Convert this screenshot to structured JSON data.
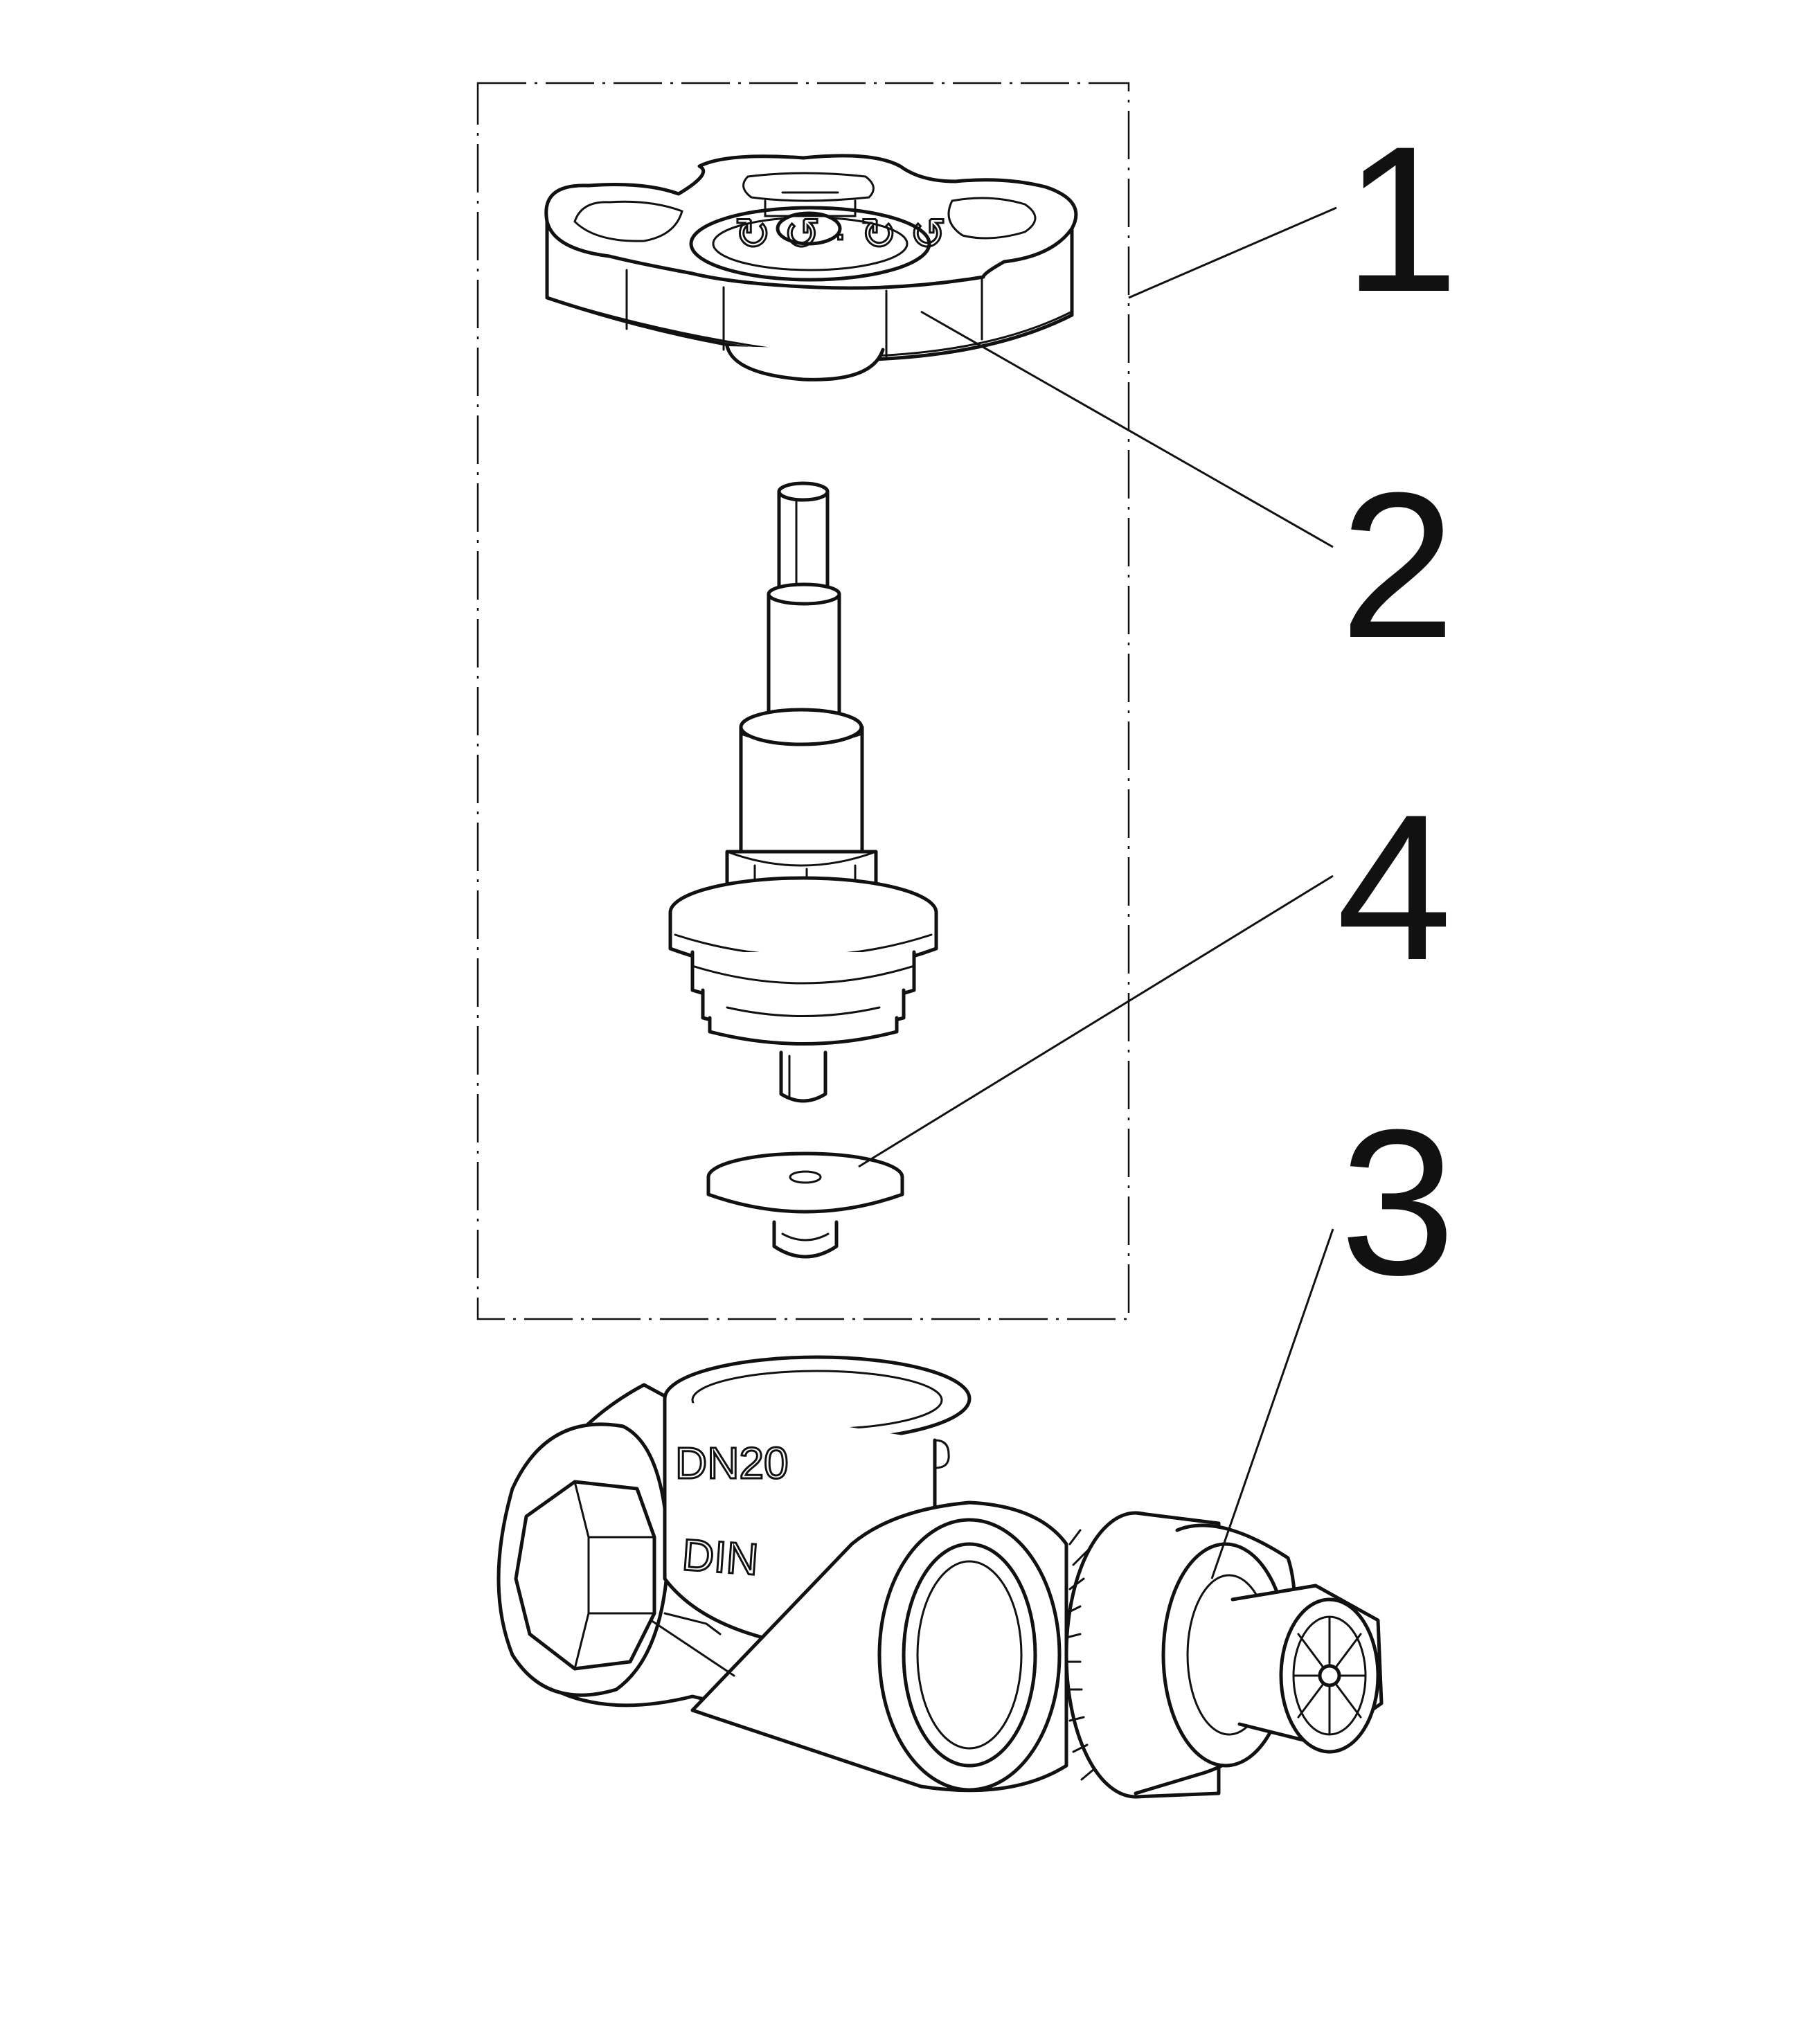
{
  "callouts": {
    "c1": "1",
    "c2": "2",
    "c3": "3",
    "c4": "4"
  },
  "body_markings": {
    "size": "DN20",
    "standard": "DIN"
  }
}
